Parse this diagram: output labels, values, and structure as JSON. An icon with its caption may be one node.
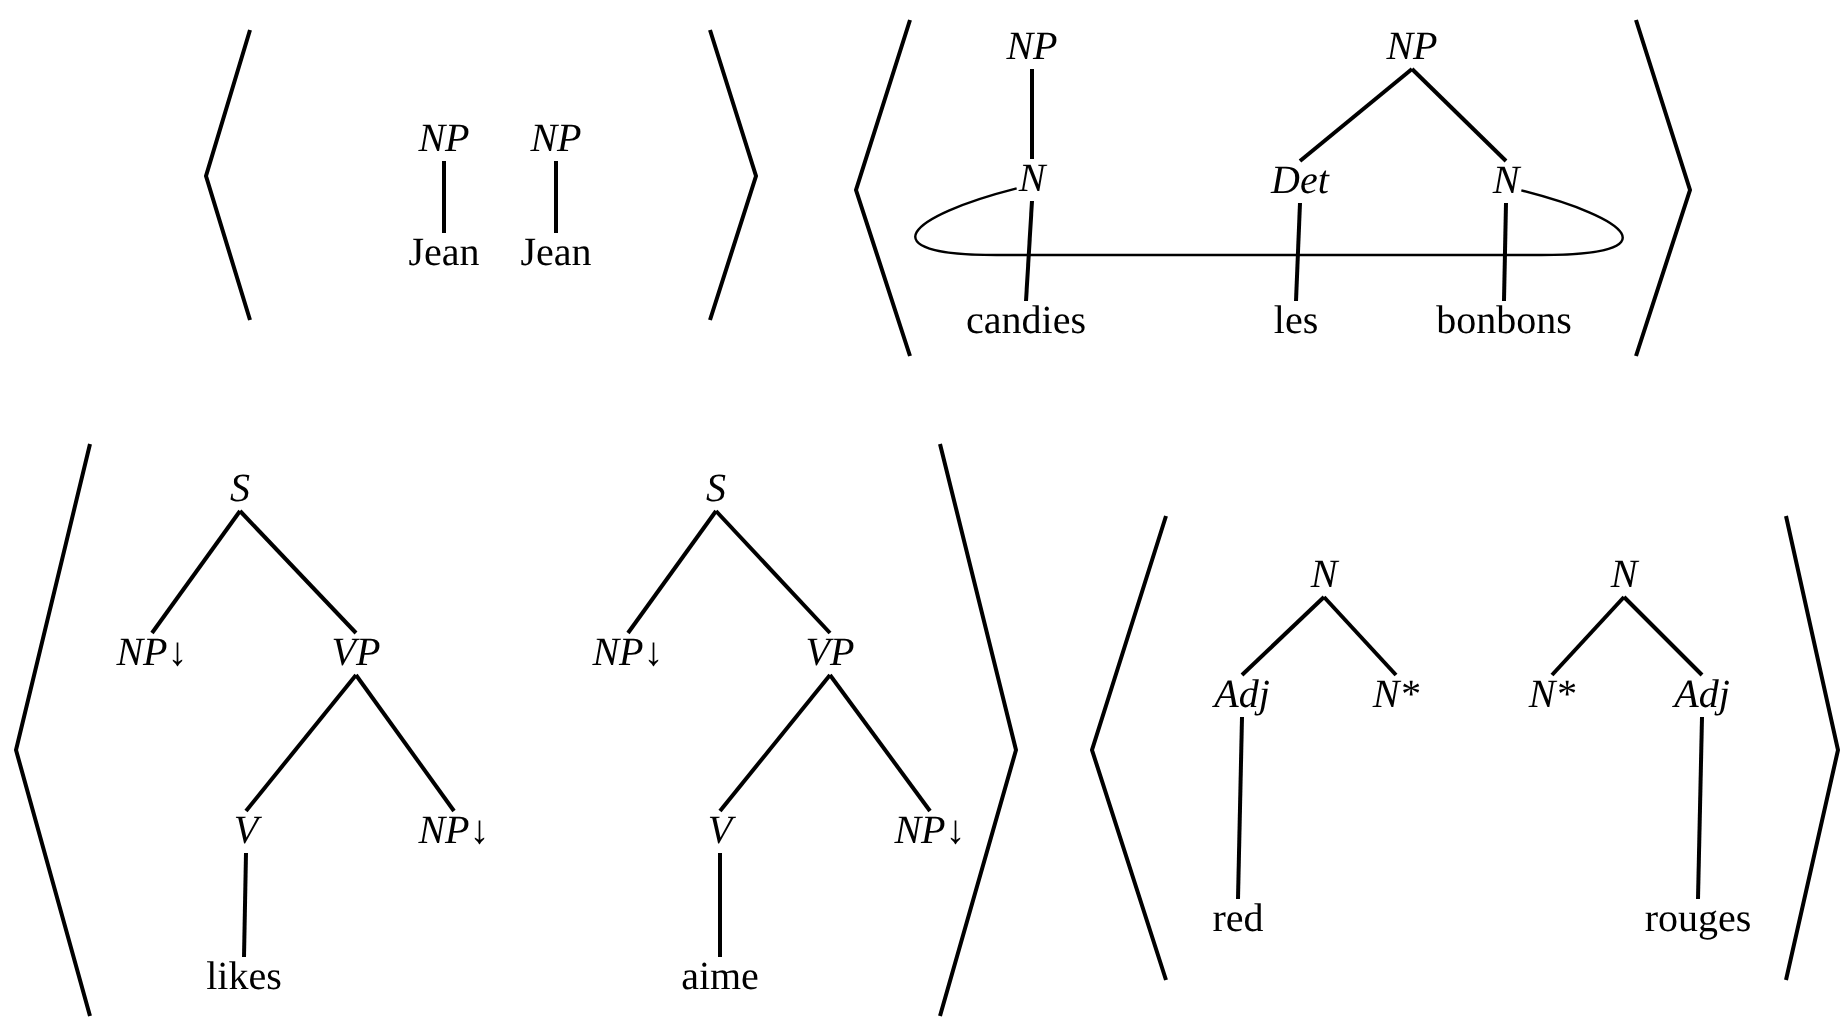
{
  "diagram": {
    "nodes": [
      {
        "text": [
          "NP"
        ]
      },
      {
        "text": [
          "Jean"
        ]
      },
      {
        "text": [
          "NP"
        ]
      },
      {
        "text": [
          "Jean"
        ]
      },
      {
        "text": [
          "NP"
        ]
      },
      {
        "text": [
          "N"
        ]
      },
      {
        "text": [
          "candies"
        ]
      },
      {
        "text": [
          "NP"
        ]
      },
      {
        "text": [
          "Det"
        ]
      },
      {
        "text": [
          "les"
        ]
      },
      {
        "text": [
          "N"
        ]
      },
      {
        "text": [
          "bonbons"
        ]
      },
      {
        "text": [
          "S"
        ]
      },
      {
        "text": [
          "NP↓"
        ]
      },
      {
        "text": [
          "VP"
        ]
      },
      {
        "text": [
          "V"
        ]
      },
      {
        "text": [
          "NP↓"
        ]
      },
      {
        "text": [
          "likes"
        ]
      },
      {
        "text": [
          "S"
        ]
      },
      {
        "text": [
          "NP↓"
        ]
      },
      {
        "text": [
          "VP"
        ]
      },
      {
        "text": [
          "V"
        ]
      },
      {
        "text": [
          "NP↓"
        ]
      },
      {
        "text": [
          "aime"
        ]
      },
      {
        "text": [
          "N"
        ]
      },
      {
        "text": [
          "Adj"
        ]
      },
      {
        "text": [
          "N*"
        ]
      },
      {
        "text": [
          "red"
        ]
      },
      {
        "text": [
          "N"
        ]
      },
      {
        "text": [
          "N*"
        ]
      },
      {
        "text": [
          "Adj"
        ]
      },
      {
        "text": [
          "rouges"
        ]
      }
    ],
    "edges": [
      {
        "from": 0,
        "to": 1,
        "arrow": "none"
      },
      {
        "from": 2,
        "to": 3,
        "arrow": "none"
      },
      {
        "from": 4,
        "to": 5,
        "arrow": "none"
      },
      {
        "from": 5,
        "to": 6,
        "arrow": "none"
      },
      {
        "from": 7,
        "to": 8,
        "arrow": "none"
      },
      {
        "from": 7,
        "to": 10,
        "arrow": "none"
      },
      {
        "from": 8,
        "to": 9,
        "arrow": "none"
      },
      {
        "from": 10,
        "to": 11,
        "arrow": "none"
      },
      {
        "from": 5,
        "to": 10,
        "arrow": "none"
      },
      {
        "from": 12,
        "to": 13,
        "arrow": "none"
      },
      {
        "from": 12,
        "to": 14,
        "arrow": "none"
      },
      {
        "from": 14,
        "to": 15,
        "arrow": "none"
      },
      {
        "from": 14,
        "to": 16,
        "arrow": "none"
      },
      {
        "from": 15,
        "to": 17,
        "arrow": "none"
      },
      {
        "from": 18,
        "to": 19,
        "arrow": "none"
      },
      {
        "from": 18,
        "to": 20,
        "arrow": "none"
      },
      {
        "from": 20,
        "to": 21,
        "arrow": "none"
      },
      {
        "from": 20,
        "to": 22,
        "arrow": "none"
      },
      {
        "from": 21,
        "to": 23,
        "arrow": "none"
      },
      {
        "from": 24,
        "to": 25,
        "arrow": "none"
      },
      {
        "from": 24,
        "to": 26,
        "arrow": "none"
      },
      {
        "from": 25,
        "to": 27,
        "arrow": "none"
      },
      {
        "from": 28,
        "to": 29,
        "arrow": "none"
      },
      {
        "from": 28,
        "to": 30,
        "arrow": "none"
      },
      {
        "from": 30,
        "to": 31,
        "arrow": "none"
      }
    ]
  }
}
